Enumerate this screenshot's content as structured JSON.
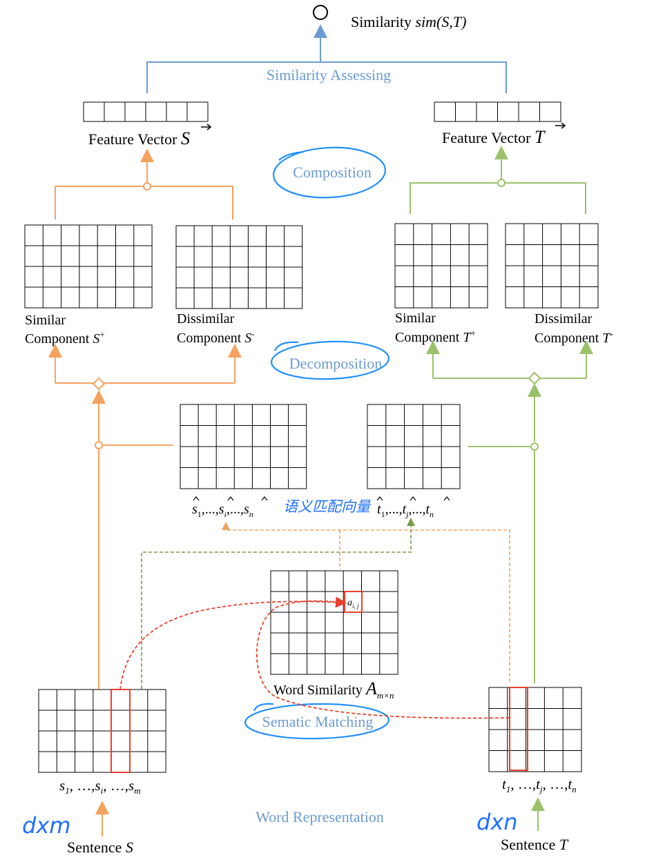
{
  "title": {
    "text": "Similarity",
    "formula": "sim(S,T)"
  },
  "stage_labels": {
    "assessing": "Similarity Assessing",
    "composition": "Composition",
    "decomposition": "Decomposition",
    "matching": "Sematic Matching",
    "representation": "Word Representation"
  },
  "feature_vectors": {
    "s": {
      "label": "Feature Vector",
      "symbol": "S"
    },
    "t": {
      "label": "Feature Vector",
      "symbol": "T"
    }
  },
  "components": {
    "s_similar": {
      "line1": "Similar",
      "line2": "Component",
      "symbol": "S",
      "sup": "+"
    },
    "s_dissimilar": {
      "line1": "Dissimilar",
      "line2": "Component",
      "symbol": "S",
      "sup": "-"
    },
    "t_similar": {
      "line1": "Similar",
      "line2": "Component",
      "symbol": "T",
      "sup": "+"
    },
    "t_dissimilar": {
      "line1": "Dissimilar",
      "line2": "Component",
      "symbol": "T",
      "sup": "-"
    }
  },
  "semantic_vectors": {
    "s_seq": {
      "a": "s",
      "a_sub": "1",
      "b": "s",
      "b_sub": "i",
      "c": "s",
      "c_sub": "n",
      "sep": ",...,"
    },
    "t_seq": {
      "a": "t",
      "a_sub": "1",
      "b": "t",
      "b_sub": "j",
      "c": "t",
      "c_sub": "n",
      "sep": ",...,"
    },
    "annotation": "语义匹配向量"
  },
  "word_similarity": {
    "label": "Word Similarity",
    "symbol": "A",
    "sub": "m×n",
    "cell": "a",
    "cell_sub": "i, j"
  },
  "sentences": {
    "s": {
      "label": "Sentence",
      "symbol": "S",
      "seq": {
        "a": "s",
        "a_sub": "1",
        "b": "s",
        "b_sub": "i",
        "c": "s",
        "c_sub": "m",
        "sep": ", …,"
      },
      "dim": "dxm"
    },
    "t": {
      "label": "Sentence",
      "symbol": "T",
      "seq": {
        "a": "t",
        "a_sub": "1",
        "b": "t",
        "b_sub": "j",
        "c": "t",
        "c_sub": "n",
        "sep": ", …,"
      },
      "dim": "dxn"
    }
  },
  "colors": {
    "blue": "#6c9bd2",
    "orange": "#f5a25f",
    "green": "#9bc26b",
    "red": "#e8402c",
    "ink": "#1f8fff"
  }
}
